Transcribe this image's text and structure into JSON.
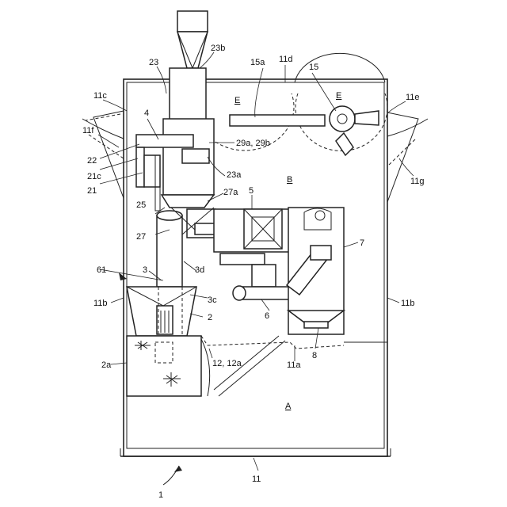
{
  "labels": {
    "l1": "1",
    "l11": "11",
    "l11a": "11a",
    "l11b_left": "11b",
    "l11b_right": "11b",
    "l11c": "11c",
    "l11d": "11d",
    "l11e": "11e",
    "l11f": "11f",
    "l11g": "11g",
    "l12": "12, 12a",
    "l2": "2",
    "l2a": "2a",
    "l3": "3",
    "l3c": "3c",
    "l3d": "3d",
    "l4": "4",
    "l5": "5",
    "l6": "6",
    "l7": "7",
    "l8": "8",
    "l15": "15",
    "l15a": "15a",
    "l21": "21",
    "l21c": "21c",
    "l22": "22",
    "l23": "23",
    "l23a": "23a",
    "l23b": "23b",
    "l25": "25",
    "l27": "27",
    "l27a": "27a",
    "l29": "29a, 29b",
    "l61": "61",
    "zoneA": "A",
    "zoneB": "B",
    "zoneE_left": "E",
    "zoneE_right": "E"
  }
}
